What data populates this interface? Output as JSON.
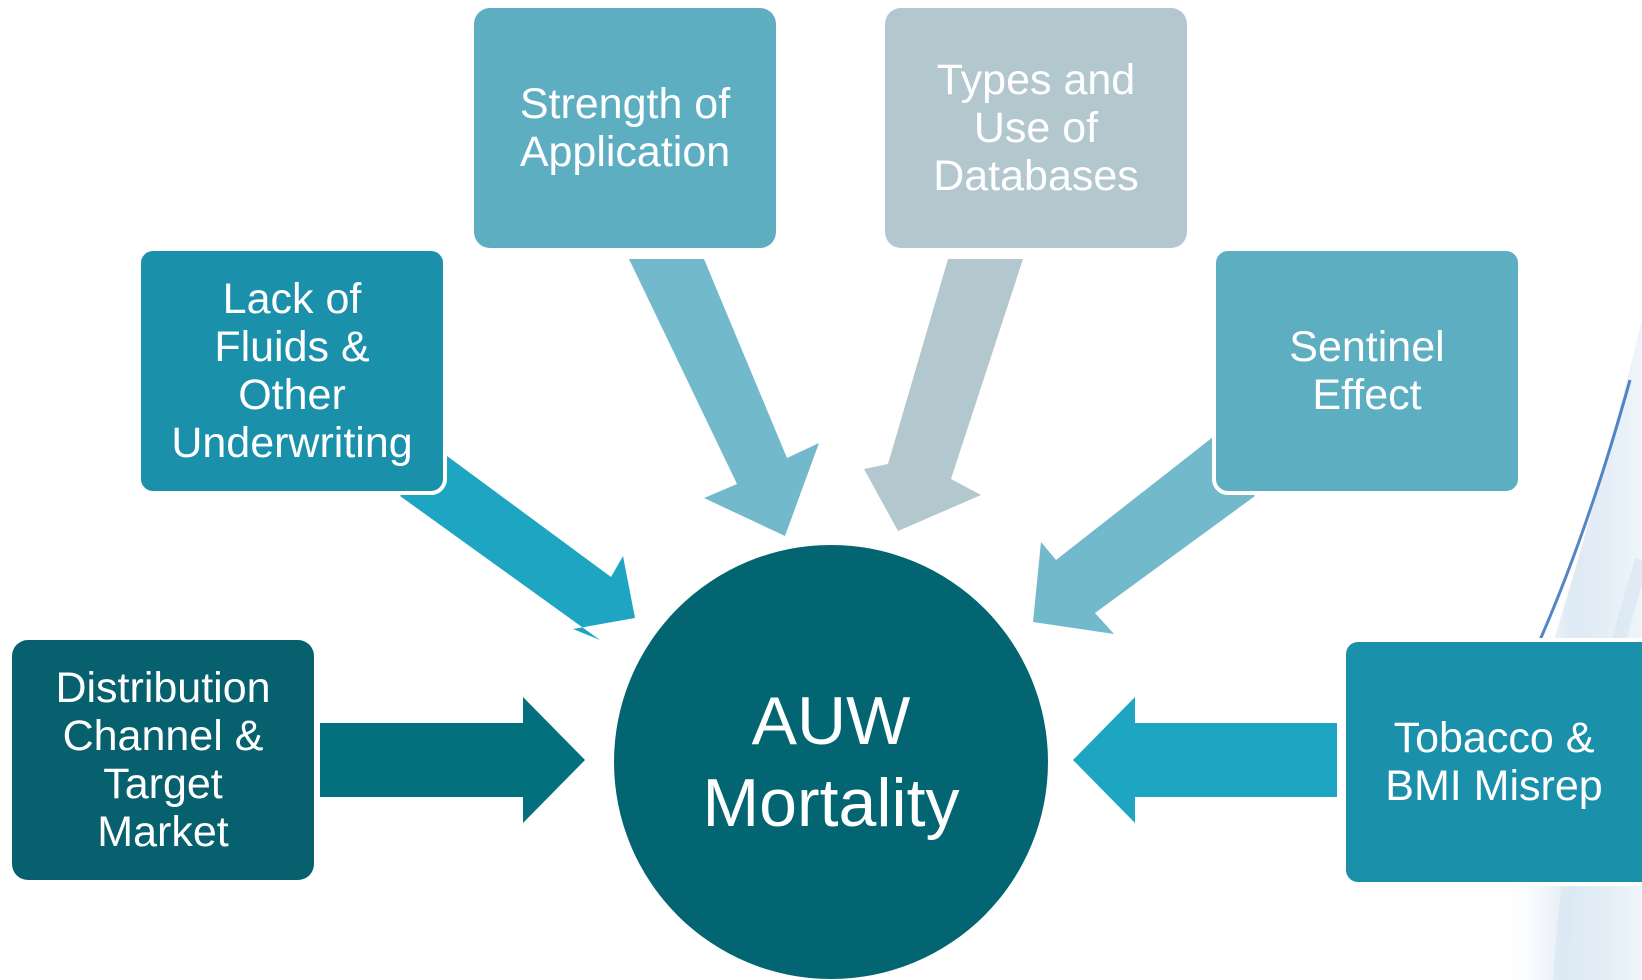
{
  "diagram": {
    "center": {
      "label": "AUW\nMortality",
      "color": "#036572"
    },
    "factors": [
      {
        "label": "Distribution\nChannel &\nTarget\nMarket",
        "color": "#07606E",
        "arrow_color": "#03707E"
      },
      {
        "label": "Lack of\nFluids &\nOther\nUnderwriting",
        "color": "#1A90AB",
        "arrow_color": "#1EA5C2"
      },
      {
        "label": "Strength of\nApplication",
        "color": "#5EAEC2",
        "arrow_color": "#72B9CB"
      },
      {
        "label": "Types and\nUse of\nDatabases",
        "color": "#B3C7CF",
        "arrow_color": "#B3C7CF"
      },
      {
        "label": "Sentinel\nEffect",
        "color": "#5EAEC2",
        "arrow_color": "#72B9CB"
      },
      {
        "label": "Tobacco &\nBMI Misrep",
        "color": "#1A90AB",
        "arrow_color": "#1EA5C2"
      }
    ]
  }
}
